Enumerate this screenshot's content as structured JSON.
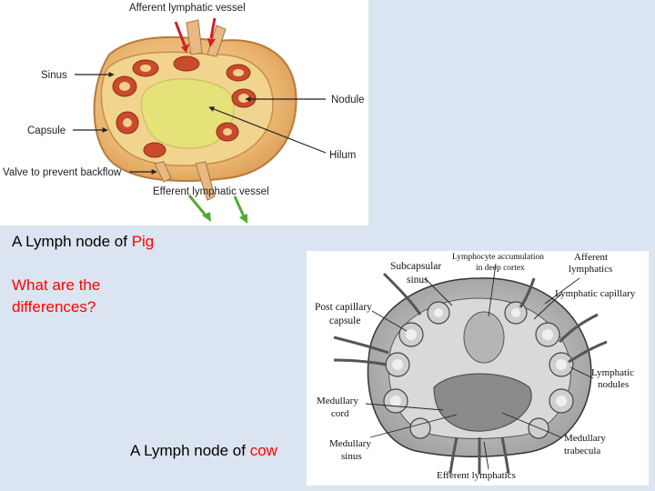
{
  "pig_figure": {
    "labels": {
      "afferent": "Afferent lymphatic vessel",
      "sinus": "Sinus",
      "capsule": "Capsule",
      "valve": "Valve to prevent backflow",
      "efferent": "Efferent lymphatic vessel",
      "nodule": "Nodule",
      "hilum": "Hilum"
    }
  },
  "cow_figure": {
    "labels": {
      "lymphocyte_line1": "Lymphocyte accumulation",
      "lymphocyte_line2": "in deep cortex",
      "subcapsular_line1": "Subcapsular",
      "subcapsular_line2": "sinus",
      "afferent_line1": "Afferent",
      "afferent_line2": "lymphatics",
      "lymph_capillary": "Lymphatic capillary",
      "post_cap_line1": "Post capillary",
      "post_cap_line2": "capsule",
      "lymph_nod_line1": "Lymphatic",
      "lymph_nod_line2": "nodules",
      "med_cord_line1": "Medullary",
      "med_cord_line2": "cord",
      "med_sinus_line1": "Medullary",
      "med_sinus_line2": "sinus",
      "med_trab_line1": "Medullary",
      "med_trab_line2": "trabecula",
      "efferent": "Efferent lymphatics"
    }
  },
  "captions": {
    "pig_prefix": "A Lymph node of ",
    "pig_animal": "Pig",
    "question_line1": "What are the",
    "question_line2": "differences?",
    "cow_prefix": "A Lymph node of ",
    "cow_animal": "cow"
  }
}
